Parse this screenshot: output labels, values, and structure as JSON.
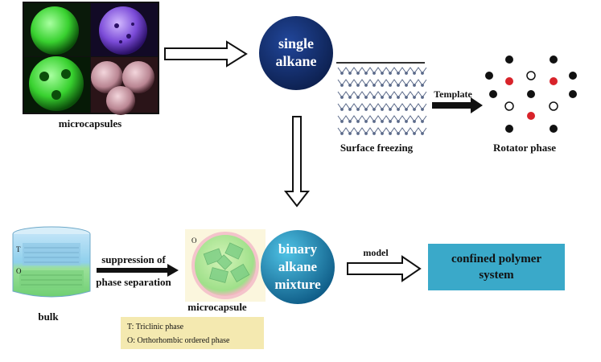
{
  "labels": {
    "microcapsules": "microcapsules",
    "single_alkane_1": "single",
    "single_alkane_2": "alkane",
    "surface_freezing": "Surface freezing",
    "template": "Template",
    "rotator_phase": "Rotator phase",
    "bulk": "bulk",
    "suppression_1": "suppression of",
    "suppression_2": "phase separation",
    "microcapsule": "microcapsule",
    "binary_1": "binary",
    "binary_2": "alkane",
    "binary_3": "mixture",
    "model": "model",
    "confined_1": "confined polymer",
    "confined_2": "system",
    "bulk_T": "T",
    "bulk_O": "O",
    "capsule_O": "O"
  },
  "legend": {
    "line1": "T: Triclinic phase",
    "line2": "O: Orthorhombic ordered phase"
  },
  "colors": {
    "navy_circle": "#102a63",
    "teal_circle": "#1f7aa8",
    "confined_box": "#3aa9c9",
    "legend_bg": "#f4e9b0",
    "red_dot": "#d8232a",
    "black_dot": "#111111"
  }
}
